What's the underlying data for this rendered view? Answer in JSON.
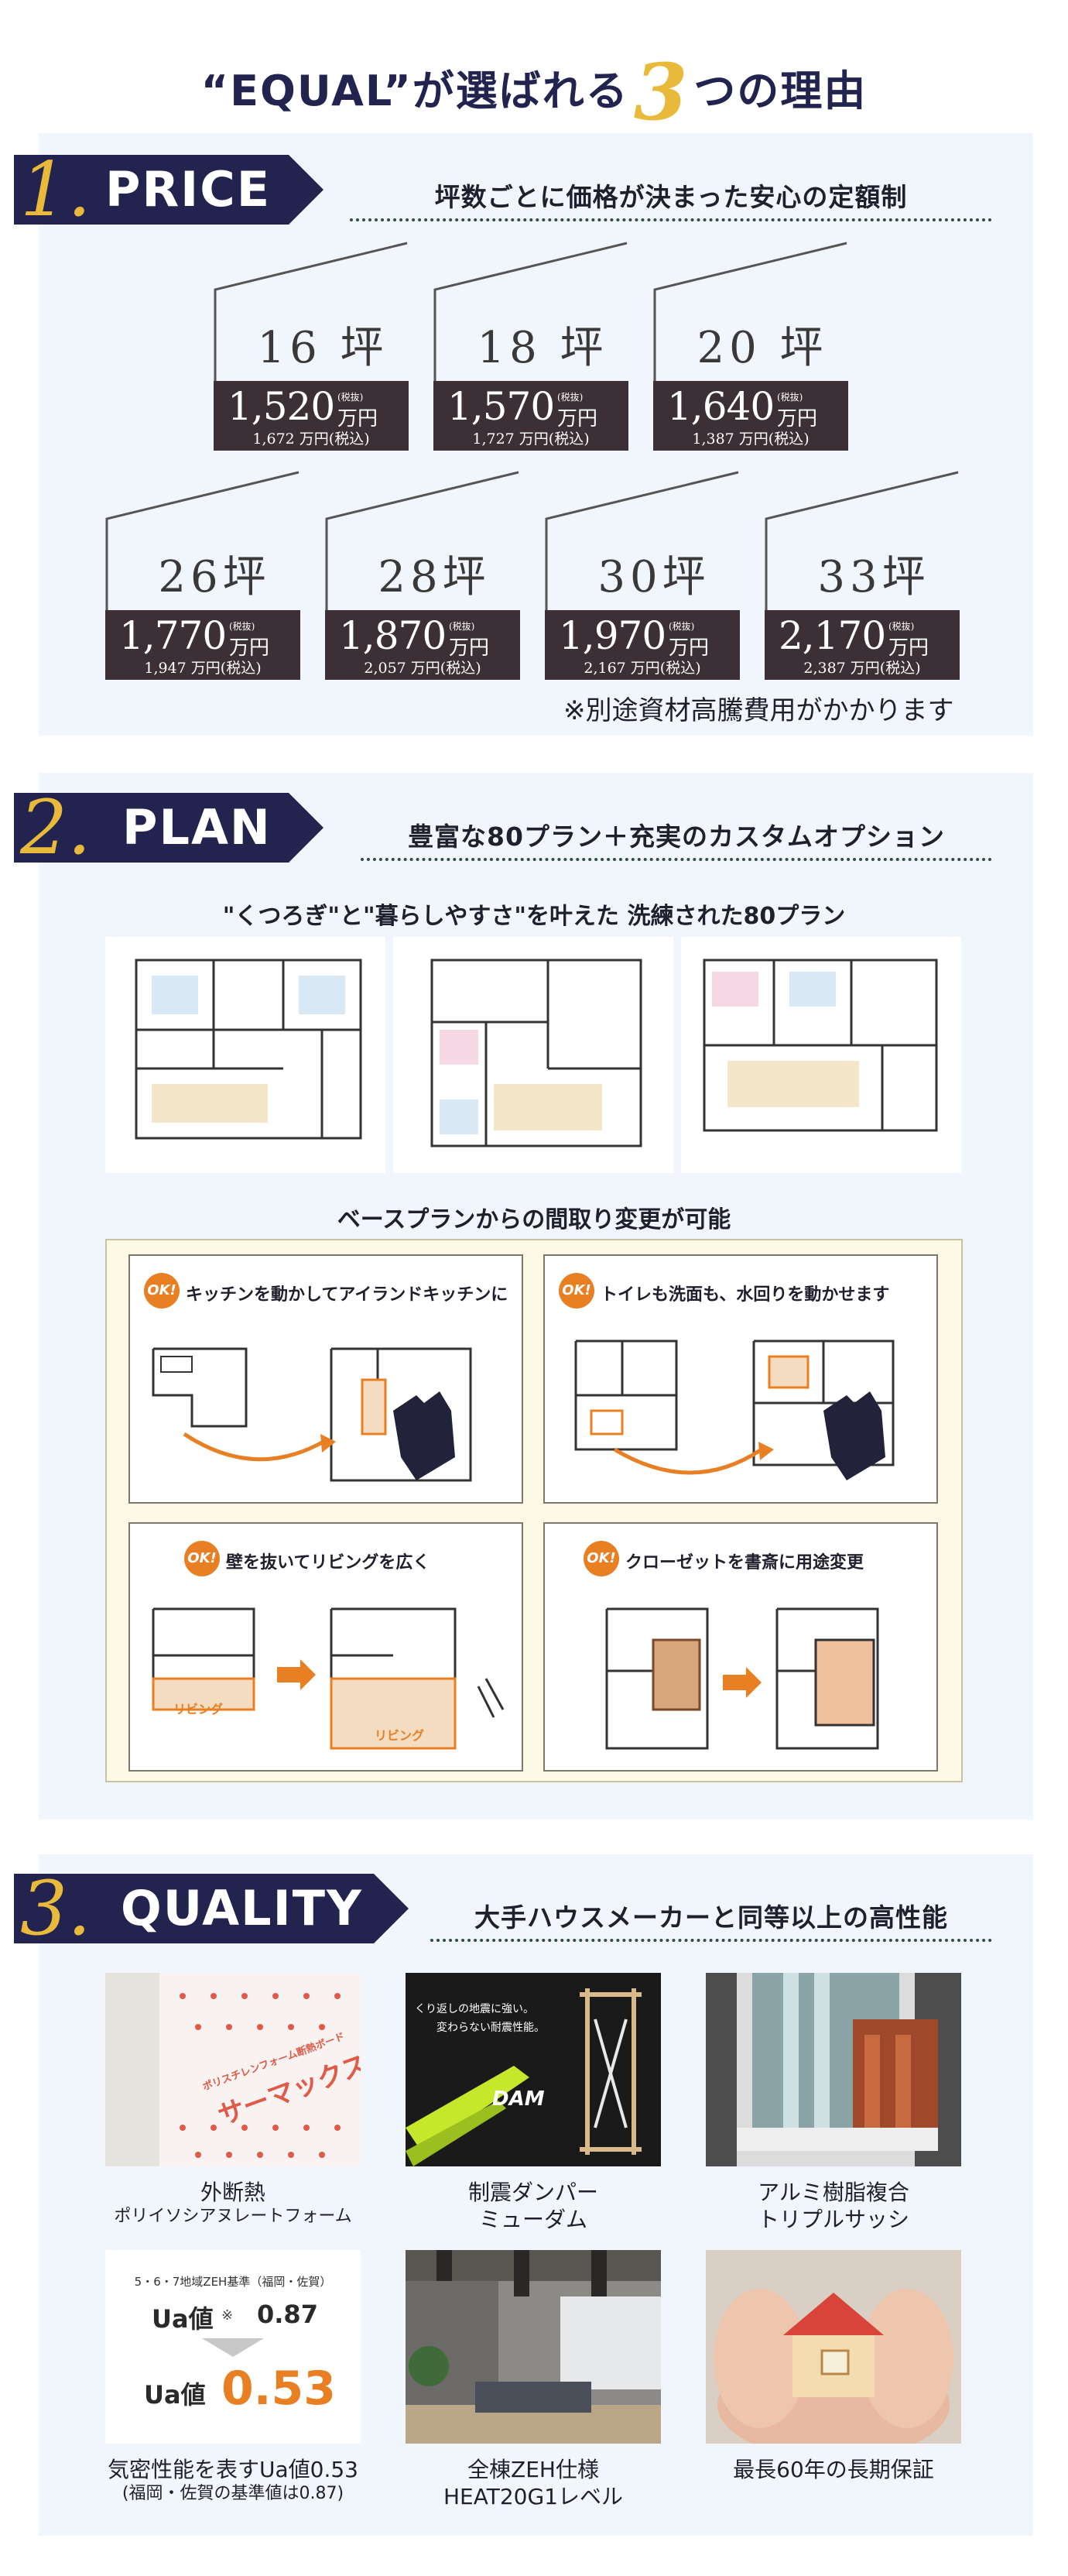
{
  "page": {
    "title_pre": "“EQUAL”が選ばれる",
    "title_num": "3",
    "title_post": "つの理由"
  },
  "price": {
    "num": "1.",
    "word": "PRICE",
    "headline": "坪数ごとに価格が決まった安心の定額制",
    "tax_excluded": "(税抜)",
    "unit": "万円",
    "cards": [
      {
        "label": "16 坪",
        "price": "1,520",
        "with_tax": "1,672 万円(税込)"
      },
      {
        "label": "18 坪",
        "price": "1,570",
        "with_tax": "1,727 万円(税込)"
      },
      {
        "label": "20 坪",
        "price": "1,640",
        "with_tax": "1,387 万円(税込)"
      },
      {
        "label": "26坪",
        "price": "1,770",
        "with_tax": "1,947 万円(税込)"
      },
      {
        "label": "28坪",
        "price": "1,870",
        "with_tax": "2,057 万円(税込)"
      },
      {
        "label": "30坪",
        "price": "1,970",
        "with_tax": "2,167 万円(税込)"
      },
      {
        "label": "33坪",
        "price": "2,170",
        "with_tax": "2,387 万円(税込)"
      }
    ],
    "note": "※別途資材高騰費用がかかります"
  },
  "plan": {
    "num": "2.",
    "word": "PLAN",
    "headline": "豊富な80プラン＋充実のカスタムオプション",
    "caption": "\"くつろぎ\"と\"暮らしやすさ\"を叶えた 洗練された80プラン",
    "custom_caption": "ベースプランからの間取り変更が可能",
    "ok_label": "OK!",
    "options": [
      {
        "title": "キッチンを動かしてアイランドキッチンに"
      },
      {
        "title": "トイレも洗面も、水回りを動かせます"
      },
      {
        "title": "壁を抜いてリビングを広く",
        "tag": "リビング"
      },
      {
        "title": "クローゼットを書斎に用途変更"
      }
    ]
  },
  "quality": {
    "num": "3.",
    "word": "QUALITY",
    "headline": "大手ハウスメーカーと同等以上の高性能",
    "insulation_board": "ポリスチレンフォーム断熱ボード",
    "insulation_brand": "サーマックス",
    "damper_text1": "くり返しの地震に強い。",
    "damper_text2": "変わらない耐震性能。",
    "damper_brand": "DAM",
    "items": [
      {
        "title": "外断熱",
        "sub": "ポリイソシアヌレートフォーム"
      },
      {
        "title": "制震ダンパー",
        "title2": "ミューダム"
      },
      {
        "title": "アルミ樹脂複合",
        "title2": "トリプルサッシ"
      },
      {
        "title": "気密性能を表すUa値0.53",
        "sub": "(福岡・佐賀の基準値は0.87)"
      },
      {
        "title": "全棟ZEH仕様",
        "title2": "HEAT20G1レベル"
      },
      {
        "title": "最長60年の長期保証"
      }
    ],
    "ua": {
      "region": "5・6・7地域ZEH基準（福岡・佐賀）",
      "label": "Ua値",
      "mark": "※",
      "standard": "0.87",
      "equal_label": "Ua値",
      "equal_value": "0.53"
    }
  },
  "colors": {
    "navy": "#22234e",
    "gold": "#e8b93a",
    "price_box": "#3c2f35",
    "panel": "#f1f5fc",
    "orange": "#e87f23"
  }
}
